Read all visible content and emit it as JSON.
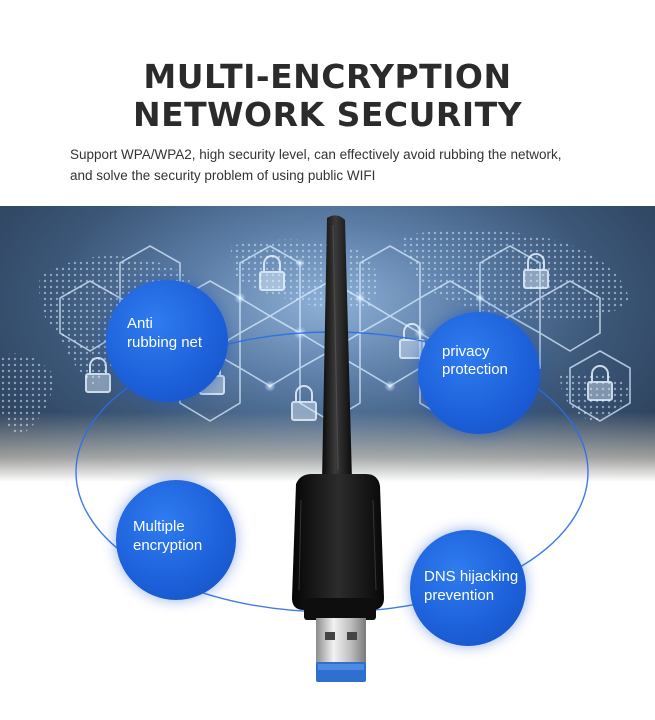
{
  "header": {
    "title_line1": "MULTI-ENCRYPTION",
    "title_line2": "NETWORK SECURITY",
    "subtitle_line1": "Support WPA/WPA2, high security level, can effectively avoid rubbing the network,",
    "subtitle_line2": "and solve the security problem of using public WIFI"
  },
  "features": [
    {
      "line1": "Anti",
      "line2": "rubbing net"
    },
    {
      "line1": "privacy",
      "line2": "protection"
    },
    {
      "line1": "Multiple",
      "line2": "encryption"
    },
    {
      "line1": "DNS hijacking",
      "line2": "prevention"
    }
  ],
  "colors": {
    "bubble": "#1c5fd8",
    "orbit": "#2a6ee8",
    "title": "#2b2b2b",
    "usb_connector": "#2f6fd0",
    "adapter_body": "#111111"
  },
  "icons": [
    "padlock-icon",
    "world-map-dots",
    "hexagon-network",
    "usb-wifi-adapter"
  ]
}
